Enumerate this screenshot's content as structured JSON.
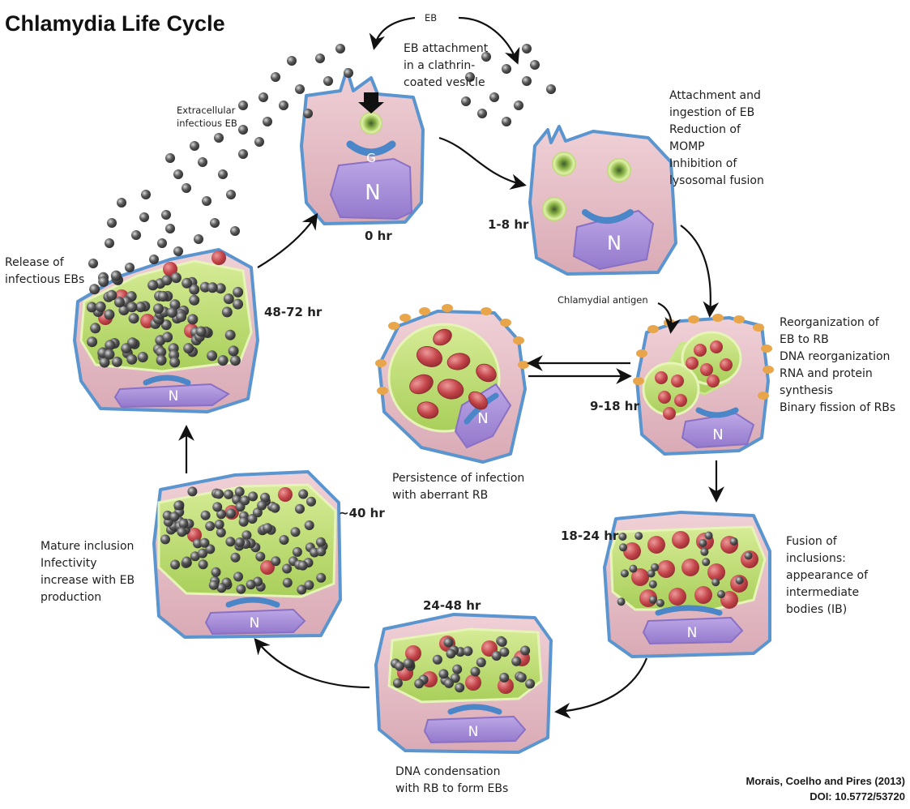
{
  "title": "Chlamydia Life Cycle",
  "credit": {
    "authors": "Morais, Coelho and Pires (2013)",
    "doi": "DOI: 10.5772/53720"
  },
  "nucleus_letter": "N",
  "golgi_letter": "G",
  "labels": {
    "eb_top": "EB",
    "eb_attachment": [
      "EB attachment",
      "in a clathrin-",
      "coated vesicle"
    ],
    "extracellular": [
      "Extracellular",
      "infectious EB"
    ],
    "attachment_ingestion": [
      "Attachment and",
      "ingestion of EB",
      "Reduction of",
      "MOMP",
      "Inhibition of",
      "lysosomal fusion"
    ],
    "chlamydial_antigen": "Chlamydial antigen",
    "reorganization": [
      "Reorganization of",
      "EB to RB",
      "DNA reorganization",
      "RNA and protein",
      "synthesis",
      "Binary fission of RBs"
    ],
    "persistence": [
      "Persistence of infection",
      "with aberrant RB"
    ],
    "fusion": [
      "Fusion of",
      "inclusions:",
      "appearance of",
      "intermediate",
      "bodies (IB)"
    ],
    "condensation": [
      "DNA condensation",
      "with RB to form EBs"
    ],
    "mature": [
      "Mature inclusion",
      "Infectivity",
      "increase with EB",
      "production"
    ],
    "release": [
      "Release of",
      "infectious EBs"
    ]
  },
  "times": {
    "t0": "0 hr",
    "t1": "1-8 hr",
    "t2": "9-18 hr",
    "t3": "18-24 hr",
    "t4": "24-48 hr",
    "t5": "~40 hr",
    "t6": "48-72 hr"
  },
  "colors": {
    "cell_fill": "#e8c3cb",
    "cell_border": "#5b95cf",
    "inclusion": "#c3de7a",
    "nucleus": "#a98fd8",
    "eb": "#4a4a4a",
    "rb": "#c4454a",
    "antigen": "#e9a54a"
  }
}
